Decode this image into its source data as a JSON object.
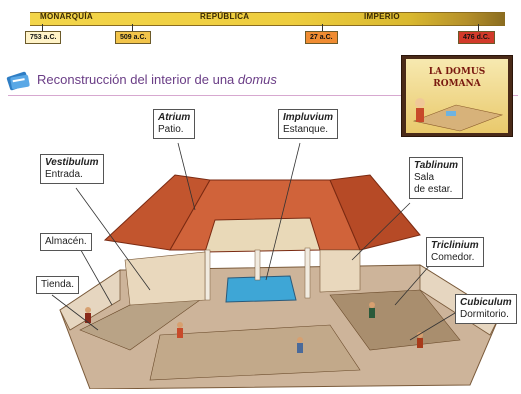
{
  "timeline": {
    "eras": [
      "MONARQUÍA",
      "REPÚBLICA",
      "IMPERIO"
    ],
    "dates": [
      {
        "label": "753 a.C.",
        "color": "#fff3c8"
      },
      {
        "label": "509 a.C.",
        "color": "#f2c44a"
      },
      {
        "label": "27 a.C.",
        "color": "#f08c32"
      },
      {
        "label": "476 d.C.",
        "color": "#d23a2a"
      }
    ]
  },
  "header": {
    "title_prefix": "Reconstrucción del interior de una ",
    "title_em": "domus",
    "accent_color": "#6a3d86"
  },
  "book": {
    "line1": "LA DOMUS",
    "line2": "ROMANA"
  },
  "labels": {
    "atrium": {
      "term": "Atrium",
      "def": "Patio."
    },
    "impluvium": {
      "term": "Impluvium",
      "def": "Estanque."
    },
    "vestibulum": {
      "term": "Vestibulum",
      "def": "Entrada."
    },
    "tablinum": {
      "term": "Tablinum",
      "def1": "Sala",
      "def2": "de estar."
    },
    "almacen": {
      "def": "Almacén."
    },
    "tienda": {
      "def": "Tienda."
    },
    "triclinium": {
      "term": "Triclinium",
      "def": "Comedor."
    },
    "cubiculum": {
      "term": "Cubiculum",
      "def": "Dormitorio."
    }
  }
}
